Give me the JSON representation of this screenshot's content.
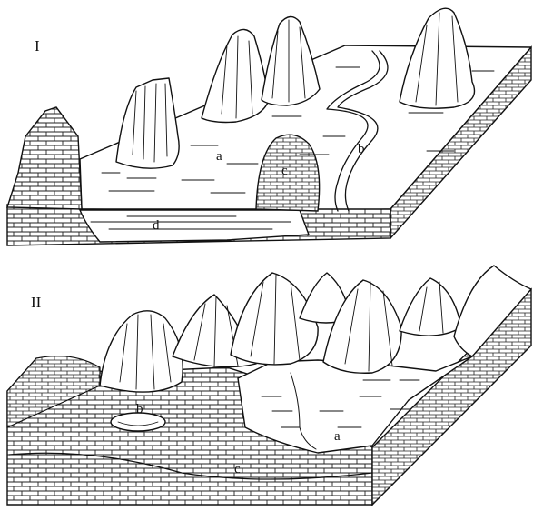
{
  "panels": [
    {
      "numeral": "I",
      "labels": {
        "a": "a",
        "b": "b",
        "c": "c",
        "d": "d"
      }
    },
    {
      "numeral": "II",
      "labels": {
        "a": "a",
        "b": "b",
        "c": "c"
      }
    }
  ],
  "colors": {
    "ink": "#111111",
    "paper": "#ffffff"
  }
}
